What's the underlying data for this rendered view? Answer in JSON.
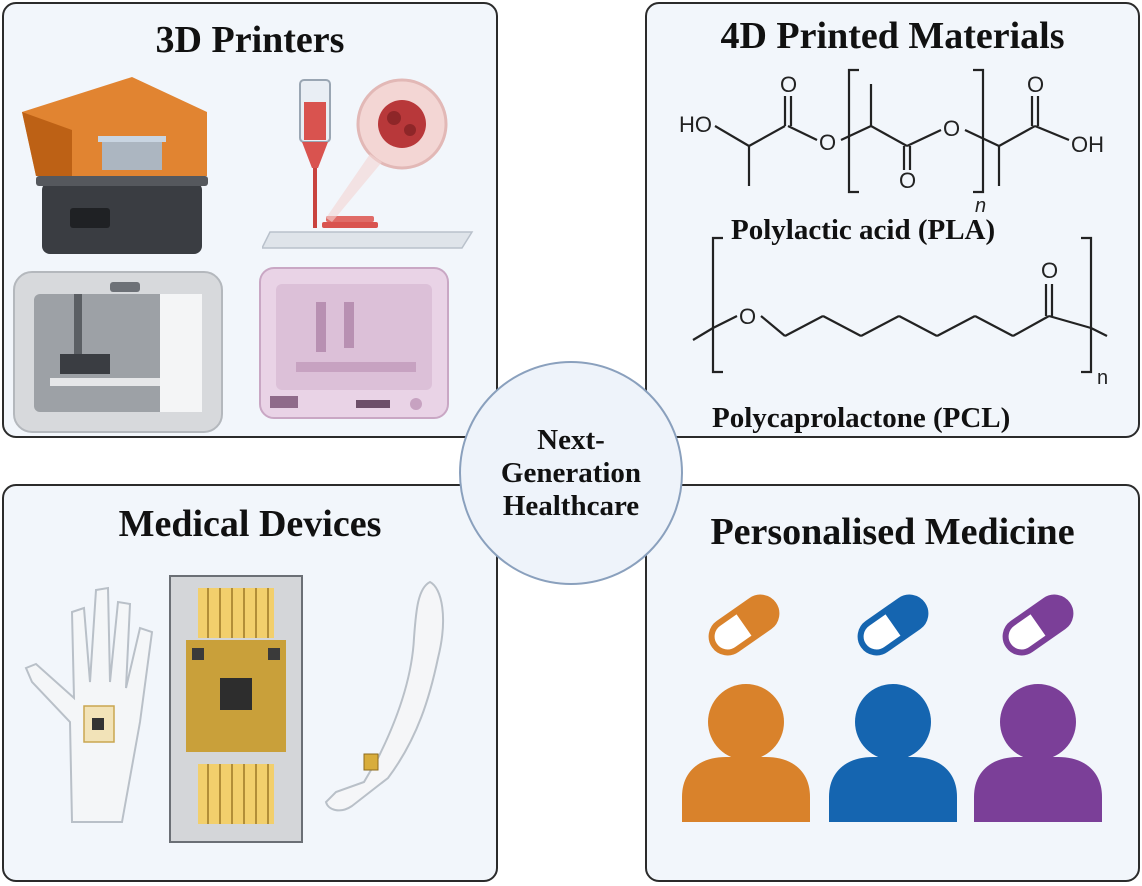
{
  "panels": {
    "printers": {
      "title": "3D Printers"
    },
    "materials": {
      "title": "4D Printed Materials",
      "pla_label": "Polylactic acid (PLA)",
      "pcl_label": "Polycaprolactone (PCL)",
      "atoms": {
        "ho": "HO",
        "oh": "OH",
        "o": "O",
        "n": "n"
      }
    },
    "devices": {
      "title": "Medical Devices"
    },
    "medicine": {
      "title": "Personalised Medicine",
      "colors": [
        "#d9822b",
        "#1565b0",
        "#7b3f98"
      ]
    }
  },
  "hub": {
    "line1": "Next-",
    "line2": "Generation",
    "line3": "Healthcare"
  }
}
